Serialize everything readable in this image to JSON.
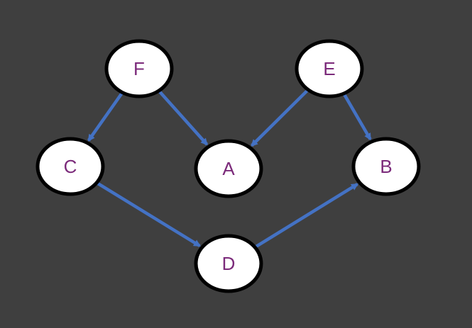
{
  "colors": {
    "background": "#3f3f3f",
    "node_fill": "#ffffff",
    "node_stroke": "#000000",
    "label": "#7b2a7a",
    "edge": "#4472c4"
  },
  "nodes": [
    {
      "id": "F",
      "label": "F"
    },
    {
      "id": "E",
      "label": "E"
    },
    {
      "id": "C",
      "label": "C"
    },
    {
      "id": "A",
      "label": "A"
    },
    {
      "id": "B",
      "label": "B"
    },
    {
      "id": "D",
      "label": "D"
    }
  ],
  "edges": [
    {
      "from": "F",
      "to": "C"
    },
    {
      "from": "F",
      "to": "A"
    },
    {
      "from": "E",
      "to": "A"
    },
    {
      "from": "E",
      "to": "B"
    },
    {
      "from": "C",
      "to": "D"
    },
    {
      "from": "D",
      "to": "B"
    }
  ]
}
